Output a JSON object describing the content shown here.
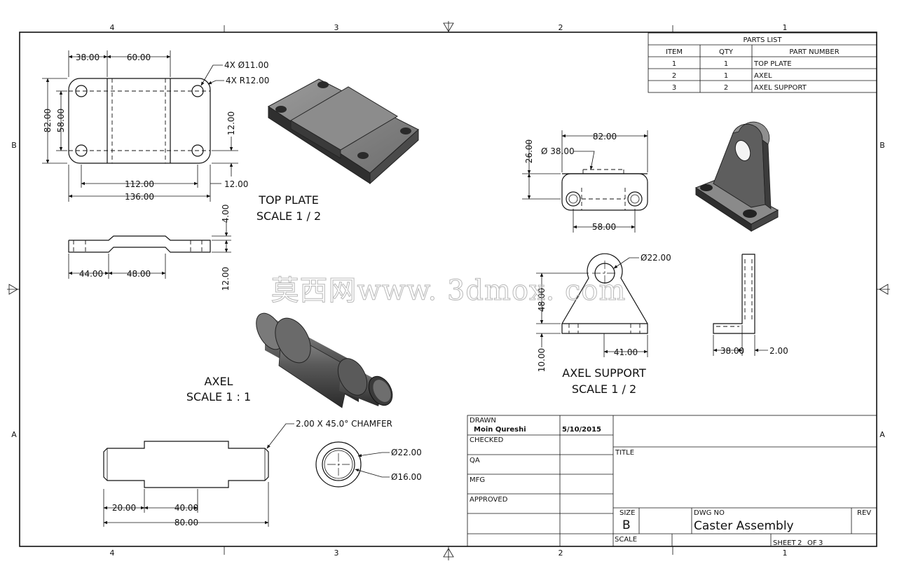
{
  "zones": {
    "columns": [
      "4",
      "3",
      "2",
      "1"
    ],
    "rows": [
      "B",
      "A"
    ]
  },
  "parts_list": {
    "title": "PARTS LIST",
    "headers": [
      "ITEM",
      "QTY",
      "PART NUMBER"
    ],
    "rows": [
      {
        "item": "1",
        "qty": "1",
        "part": "TOP PLATE"
      },
      {
        "item": "2",
        "qty": "1",
        "part": "AXEL"
      },
      {
        "item": "3",
        "qty": "2",
        "part": "AXEL SUPPORT"
      }
    ]
  },
  "views": {
    "top_plate": {
      "name": "TOP PLATE",
      "scale": "SCALE 1 / 2",
      "dims": {
        "d38": "38.00",
        "d60": "60.00",
        "hole": "4X Ø11.00",
        "radius": "4X R12.00",
        "h82": "82.00",
        "h58": "58.00",
        "r12a": "12.00",
        "w112": "112.00",
        "w136": "136.00",
        "r12b": "12.00",
        "t4": "4.00",
        "t12": "12.00",
        "d44": "44.00",
        "d48": "48.00"
      }
    },
    "axel": {
      "name": "AXEL",
      "scale": "SCALE 1 : 1",
      "dims": {
        "chamfer": "2.00 X 45.0° CHAMFER",
        "d20": "20.00",
        "d40": "40.00",
        "d80": "80.00",
        "dia22": "Ø22.00",
        "dia16": "Ø16.00"
      }
    },
    "axel_support": {
      "name": "AXEL SUPPORT",
      "scale": "SCALE 1 / 2",
      "dims": {
        "w82": "82.00",
        "dia38": "Ø 38.00",
        "h26": "26.00",
        "w58": "58.00",
        "dia22": "Ø22.00",
        "h48": "48.00",
        "h10": "10.00",
        "w41": "41.00",
        "w38": "38.00",
        "t2": "2.00"
      }
    }
  },
  "watermark": "莫西网www. 3dmox. com",
  "title_block": {
    "drawn_label": "DRAWN",
    "drawn_by": "Moin Qureshi",
    "drawn_date": "5/10/2015",
    "checked_label": "CHECKED",
    "qa_label": "QA",
    "mfg_label": "MFG",
    "approved_label": "APPROVED",
    "title_label": "TITLE",
    "size_label": "SIZE",
    "size_value": "B",
    "dwg_no_label": "DWG NO",
    "dwg_no_value": "Caster Assembly",
    "rev_label": "REV",
    "scale_label": "SCALE",
    "sheet_word": "SHEET",
    "sheet_num": "2",
    "of_word": "OF",
    "sheet_total": "3"
  },
  "colors": {
    "line": "#111111",
    "solid_top": "#7a7a7a",
    "solid_side": "#3a3a3a",
    "watermark": "#b8b8b8"
  }
}
